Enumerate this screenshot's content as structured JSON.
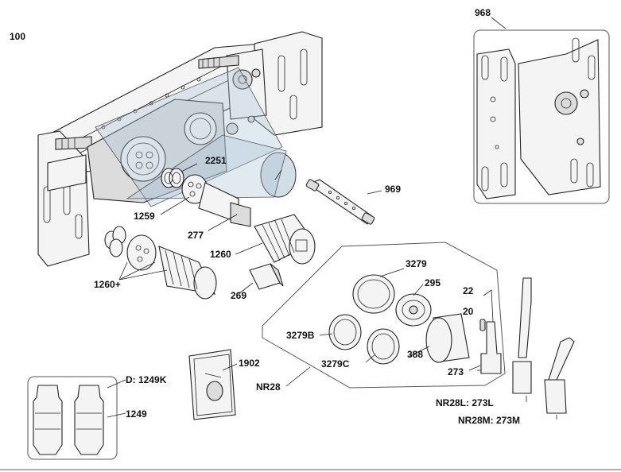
{
  "labels": {
    "main_assembly": "100",
    "bracket_kit": "968",
    "cap_2251": "2251",
    "wrench_969": "969",
    "part_1259": "1259",
    "part_277": "277",
    "part_1260": "1260",
    "part_1260_plus": "1260+",
    "part_269": "269",
    "part_3279": "3279",
    "part_295": "295",
    "part_22": "22",
    "part_20": "20",
    "part_3279B": "3279B",
    "part_388": "388",
    "part_3279C": "3279C",
    "part_273": "273",
    "kit_NR28": "NR28",
    "part_1902": "1902",
    "part_1249K": "D: 1249K",
    "part_1249": "1249",
    "variant_NR28L": "NR28L: 273L",
    "variant_NR28M": "NR28M: 273M"
  },
  "colors": {
    "line": "#222222",
    "part_fill": "#f4f4f4",
    "shade": "#dcdcdc",
    "transparent_overlay": "#a9c4d4"
  }
}
